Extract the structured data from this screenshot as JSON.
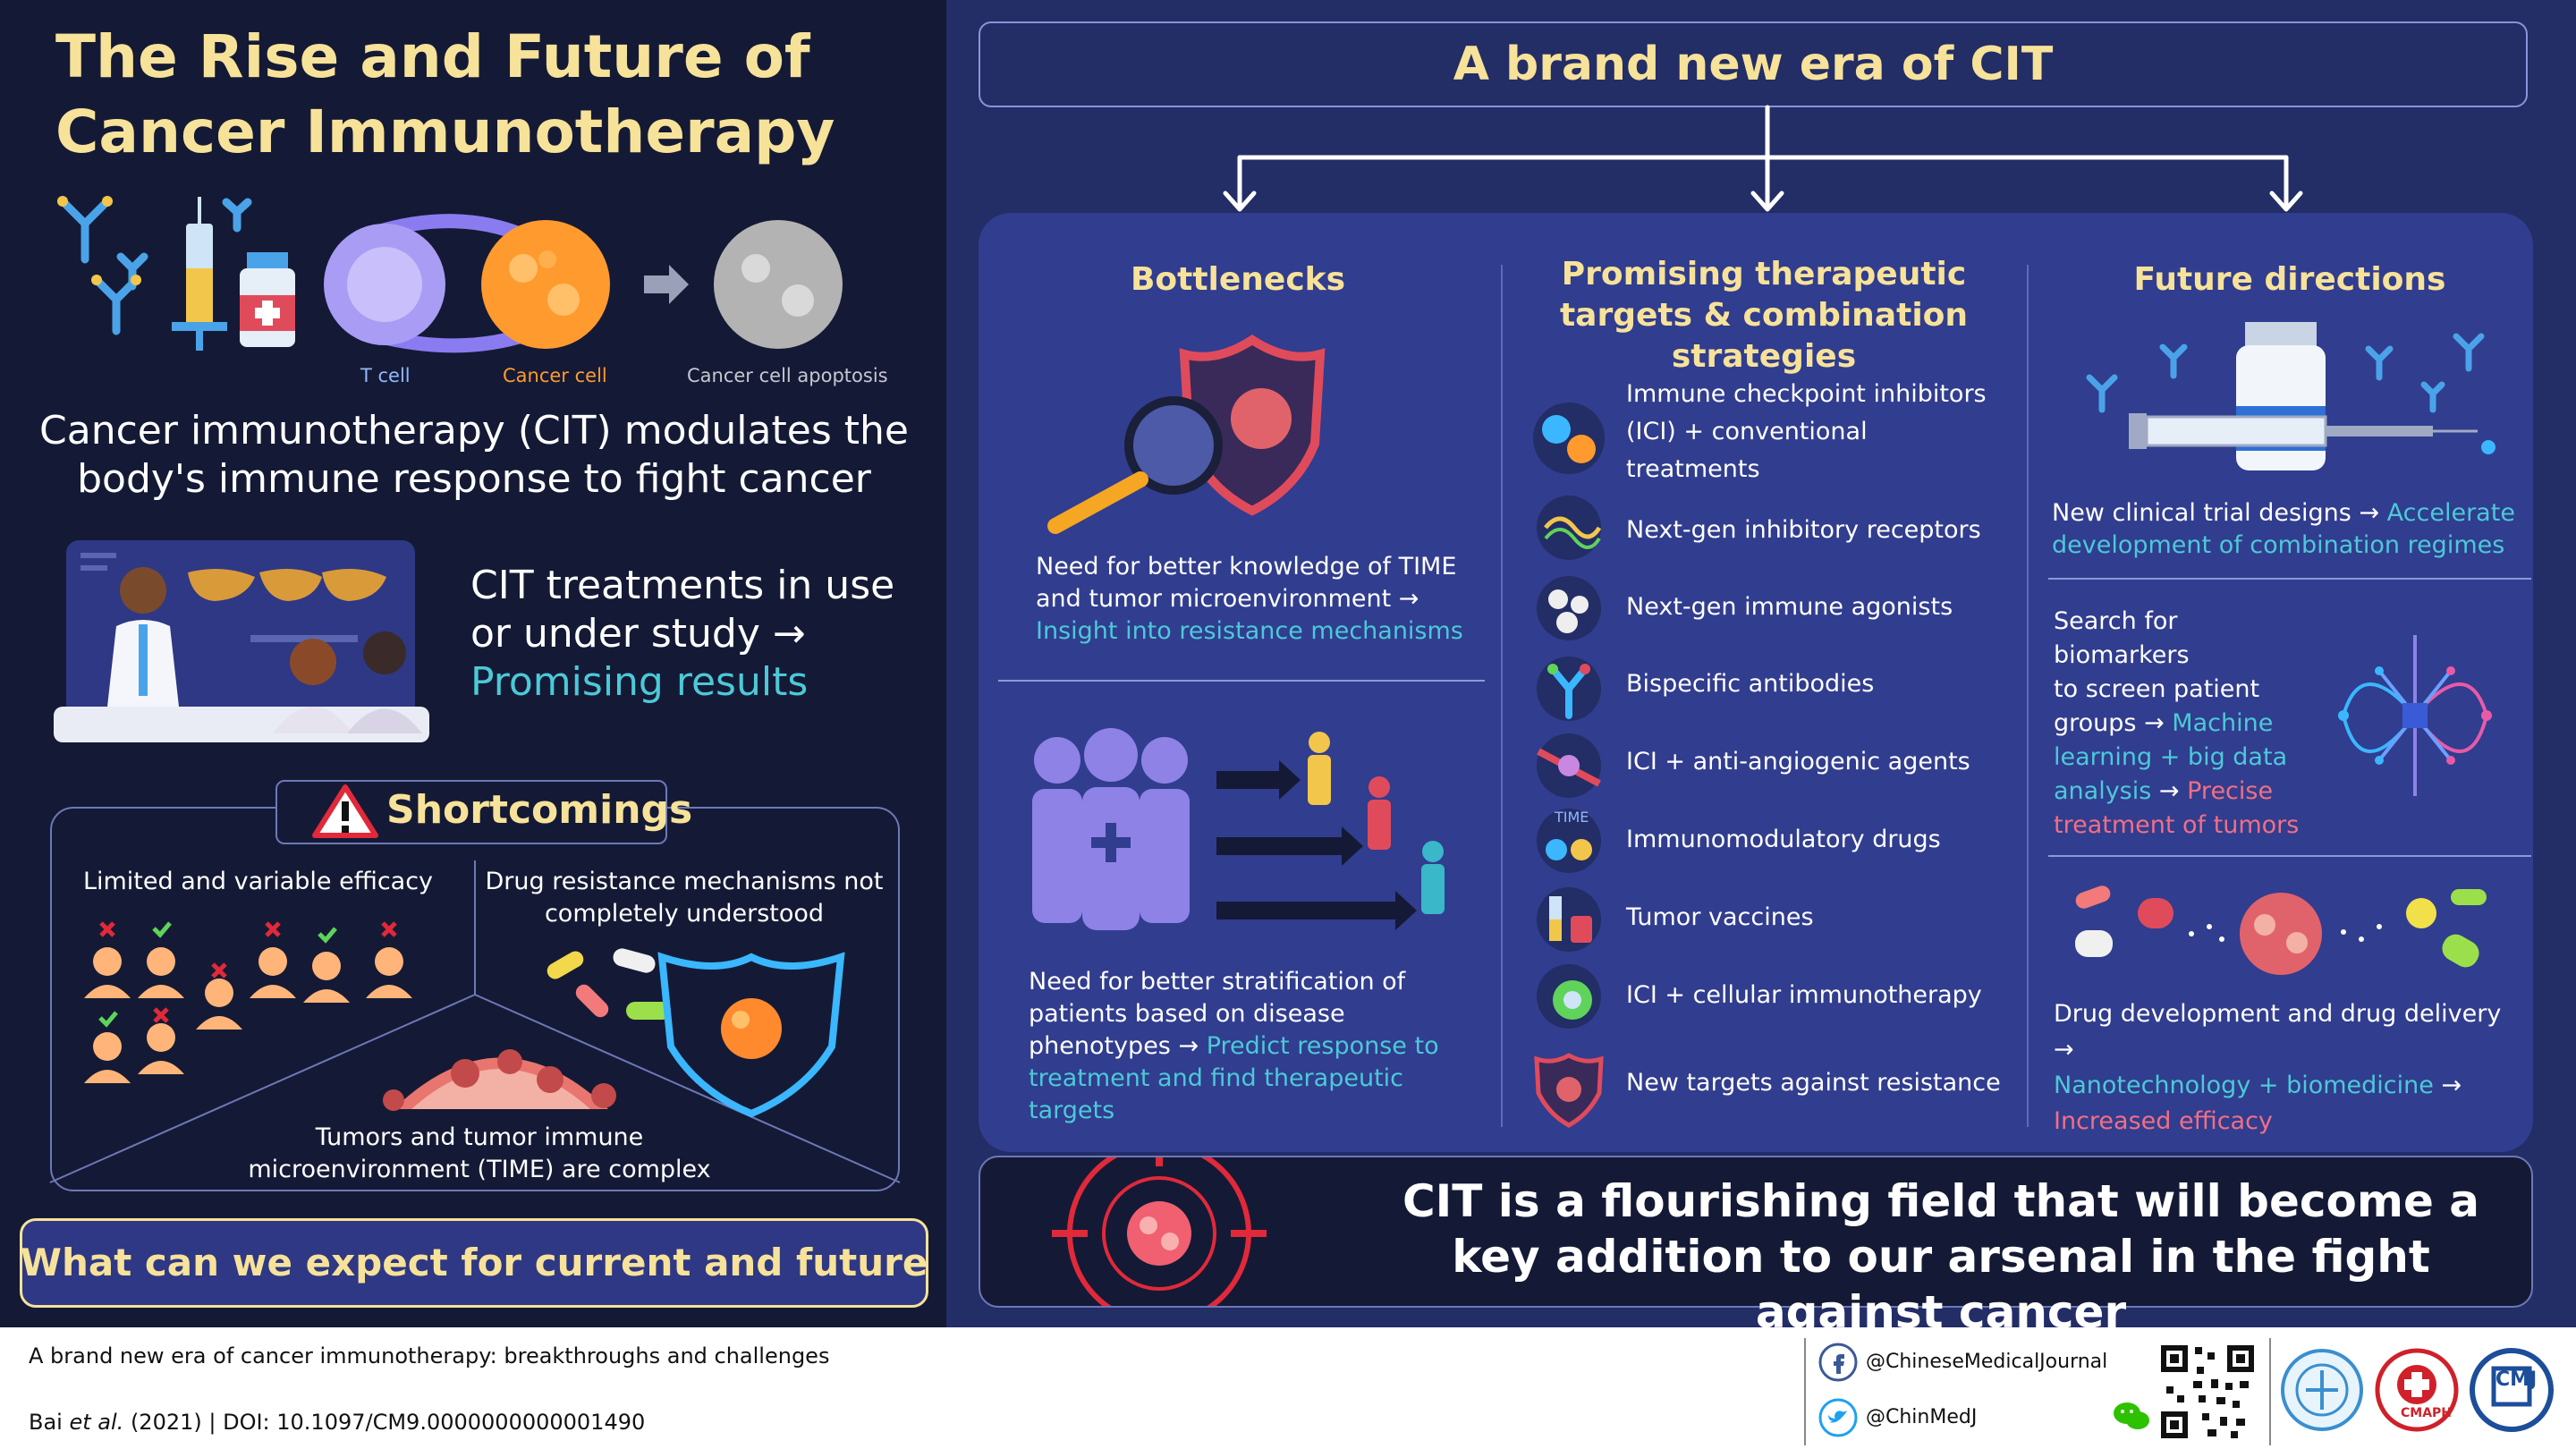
{
  "left": {
    "title": "The Rise and Future of Cancer Immunotherapy",
    "labels": {
      "tcell": "T cell",
      "cancer_cell": "Cancer cell",
      "apoptosis": "Cancer cell apoptosis"
    },
    "intro": "Cancer immunotherapy (CIT) modulates the body's immune response to fight cancer",
    "cit_main": "CIT treatments in use or under study →",
    "cit_highlight": "Promising results",
    "shortcomings": {
      "title": "Shortcomings",
      "efficacy": "Limited and variable efficacy",
      "resistance": "Drug resistance mechanisms not completely understood",
      "complex": "Tumors and tumor immune microenvironment (TIME) are complex"
    },
    "question": "What can we expect for current and future CIT?"
  },
  "right": {
    "era_title": "A brand new era of CIT",
    "bottlenecks": {
      "heading": "Bottlenecks",
      "b1_text": "Need for better knowledge of TIME and tumor microenvironment →",
      "b1_highlight": "Insight into resistance mechanisms",
      "b2_text": "Need for better stratification of patients based on disease phenotypes →",
      "b2_highlight": "Predict response to treatment and find therapeutic targets"
    },
    "targets": {
      "heading": "Promising therapeutic targets & combination strategies",
      "items": [
        "Immune checkpoint inhibitors (ICI) + conventional treatments",
        "Next-gen inhibitory receptors",
        "Next-gen immune agonists",
        "Bispecific antibodies",
        "ICI + anti-angiogenic agents",
        "Immunomodulatory drugs",
        "Tumor vaccines",
        "ICI + cellular immunotherapy",
        "New targets against resistance"
      ],
      "time_icon_label": "TIME"
    },
    "future": {
      "heading": "Future directions",
      "f1_text": "New clinical trial designs →",
      "f1_highlight": "Accelerate development of combination regimes",
      "f2_line1": "Search for biomarkers",
      "f2_line2": "to screen patient",
      "f2_line3": "groups →",
      "f2_teal1": "Machine",
      "f2_teal2": "learning + big data",
      "f2_teal3": "analysis",
      "f2_pink1": "Precise",
      "f2_pink2": "treatment of tumors",
      "f3_text": "Drug development and drug delivery →",
      "f3_teal": "Nanotechnology + biomedicine",
      "f3_pink": "Increased efficacy"
    },
    "conclusion": "CIT is a flourishing field that will become a key addition to our arsenal in the fight against cancer"
  },
  "footer": {
    "article_title": "A brand new era of cancer immunotherapy: breakthroughs and challenges",
    "authors": "Bai",
    "et_al": "et al.",
    "citation": "(2021) | DOI: 10.1097/CM9.0000000000001490",
    "facebook": "@ChineseMedicalJournal",
    "twitter": "@ChinMedJ",
    "cmaph_label": "CMAPH",
    "cmj_label": "CMJ"
  },
  "colors": {
    "gold": "#f7e29a",
    "teal": "#4cc9d8",
    "pink": "#f06f86",
    "left_bg": "#141a35",
    "right_bg": "#232d66",
    "box_bg": "#313d8e"
  }
}
